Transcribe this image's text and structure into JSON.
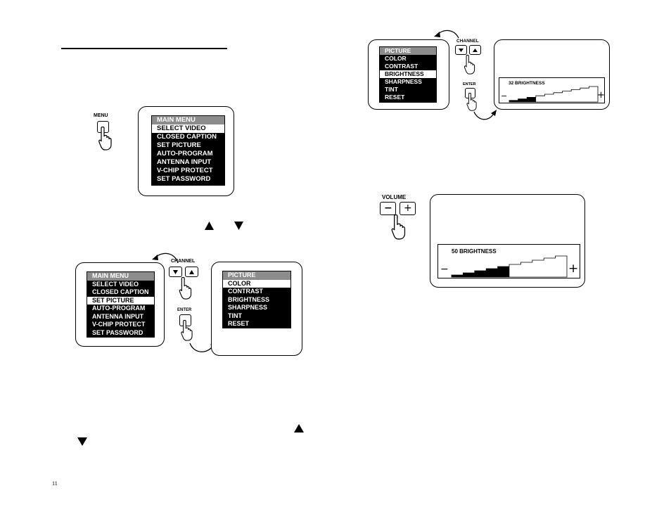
{
  "page_number": "11",
  "menu_button": {
    "label": "MENU"
  },
  "channel_label": "CHANNEL",
  "enter_label": "ENTER",
  "volume_label": "VOLUME",
  "volume_minus": "−",
  "volume_plus": "+",
  "main_menu": {
    "title": "MAIN MENU",
    "items": [
      "SELECT VIDEO",
      "CLOSED CAPTION",
      "SET PICTURE",
      "AUTO-PROGRAM",
      "ANTENNA INPUT",
      "V-CHIP PROTECT",
      "SET PASSWORD"
    ]
  },
  "picture_menu": {
    "title": "PICTURE",
    "items": [
      "COLOR",
      "CONTRAST",
      "BRIGHTNESS",
      "SHARPNESS",
      "TINT",
      "RESET"
    ]
  },
  "brightness_small": {
    "label": "32 BRIGHTNESS",
    "value": 32
  },
  "brightness_large": {
    "label": "50 BRIGHTNESS",
    "value": 50
  },
  "bar_minus": "−",
  "bar_plus": "+",
  "icons": {
    "up_arrow": "up-triangle-icon",
    "down_arrow": "down-triangle-icon",
    "hand": "pointing-hand-icon",
    "curved_arrow": "curved-arrow-icon"
  }
}
